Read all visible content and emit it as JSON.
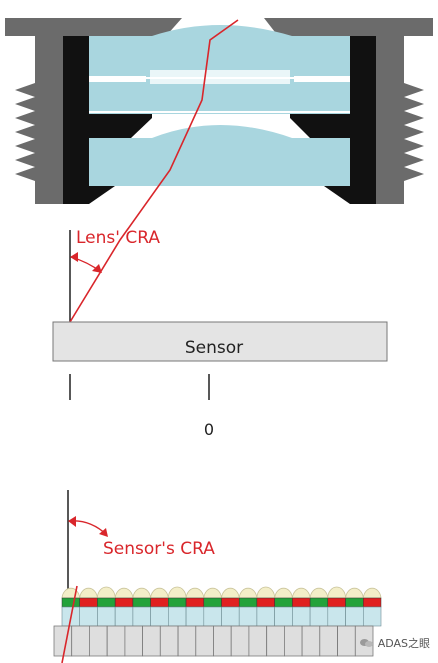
{
  "labels": {
    "lens_cra": "Lens' CRA",
    "sensor": "Sensor",
    "zero": "0",
    "sensor_cra": "Sensor's CRA"
  },
  "watermark": {
    "text": "ADAS之眼",
    "icon": "wechat-icon"
  },
  "colors": {
    "barrel": "#6b6b6b",
    "barrel_inner": "#111111",
    "lens_glass": "#a9d6df",
    "ray": "#d9262b",
    "sensor_fill": "#e4e4e4",
    "microlens": "#f3eec8",
    "filter_red": "#e02020",
    "filter_green": "#23a23a",
    "pixel_block": "#dedede"
  },
  "microlens_array": {
    "lens_count": 18,
    "filter_pattern": [
      "green",
      "red"
    ]
  }
}
